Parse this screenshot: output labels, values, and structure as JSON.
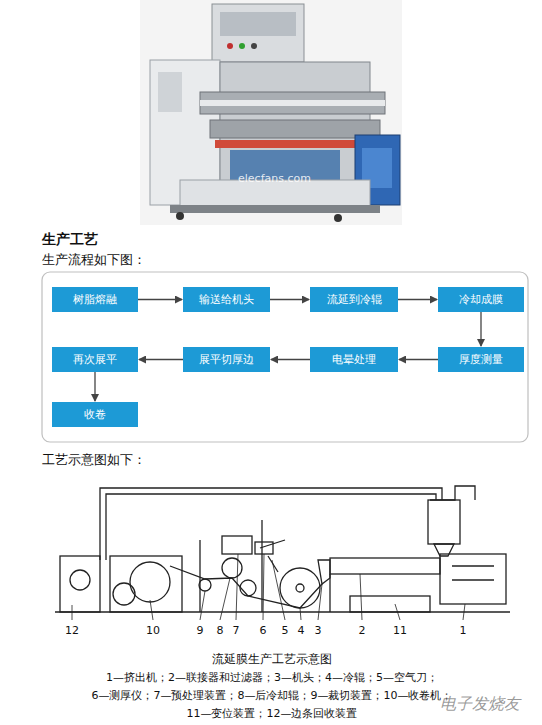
{
  "diagram": {
    "title": "生产工艺",
    "caption": "流延膜生产工艺示意图",
    "nodes": [
      {
        "text": [
          "树脂熔融"
        ]
      },
      {
        "text": [
          "输送给机头"
        ]
      },
      {
        "text": [
          "流延到冷辊"
        ]
      },
      {
        "text": [
          "冷却成膜"
        ]
      },
      {
        "text": [
          "厚度测量"
        ]
      },
      {
        "text": [
          "电晕处理"
        ]
      },
      {
        "text": [
          "展平切厚边"
        ]
      },
      {
        "text": [
          "再次展平"
        ]
      },
      {
        "text": [
          "收卷"
        ]
      }
    ],
    "edges": [
      {
        "from": 0,
        "to": 1,
        "arrow": "to"
      },
      {
        "from": 1,
        "to": 2,
        "arrow": "to"
      },
      {
        "from": 2,
        "to": 3,
        "arrow": "to"
      },
      {
        "from": 3,
        "to": 4,
        "arrow": "to"
      },
      {
        "from": 4,
        "to": 5,
        "arrow": "to"
      },
      {
        "from": 5,
        "to": 6,
        "arrow": "to"
      },
      {
        "from": 6,
        "to": 7,
        "arrow": "to"
      },
      {
        "from": 7,
        "to": 8,
        "arrow": "to"
      }
    ],
    "labels": [
      "生产流程如下图：",
      "工艺示意图如下：",
      "12",
      "10",
      "9",
      "8",
      "7",
      "6",
      "5",
      "4",
      "3",
      "2",
      "11",
      "1",
      "1—挤出机；2—联接器和过滤器；3—机头；4—冷辊；5—空气刀；",
      "6—测厚仪；7—预处理装置；8—后冷却辊；9—裁切装置；10—收卷机；",
      "11—变位装置；12—边条回收装置",
      "elecfans.com",
      "电子发烧友"
    ]
  }
}
